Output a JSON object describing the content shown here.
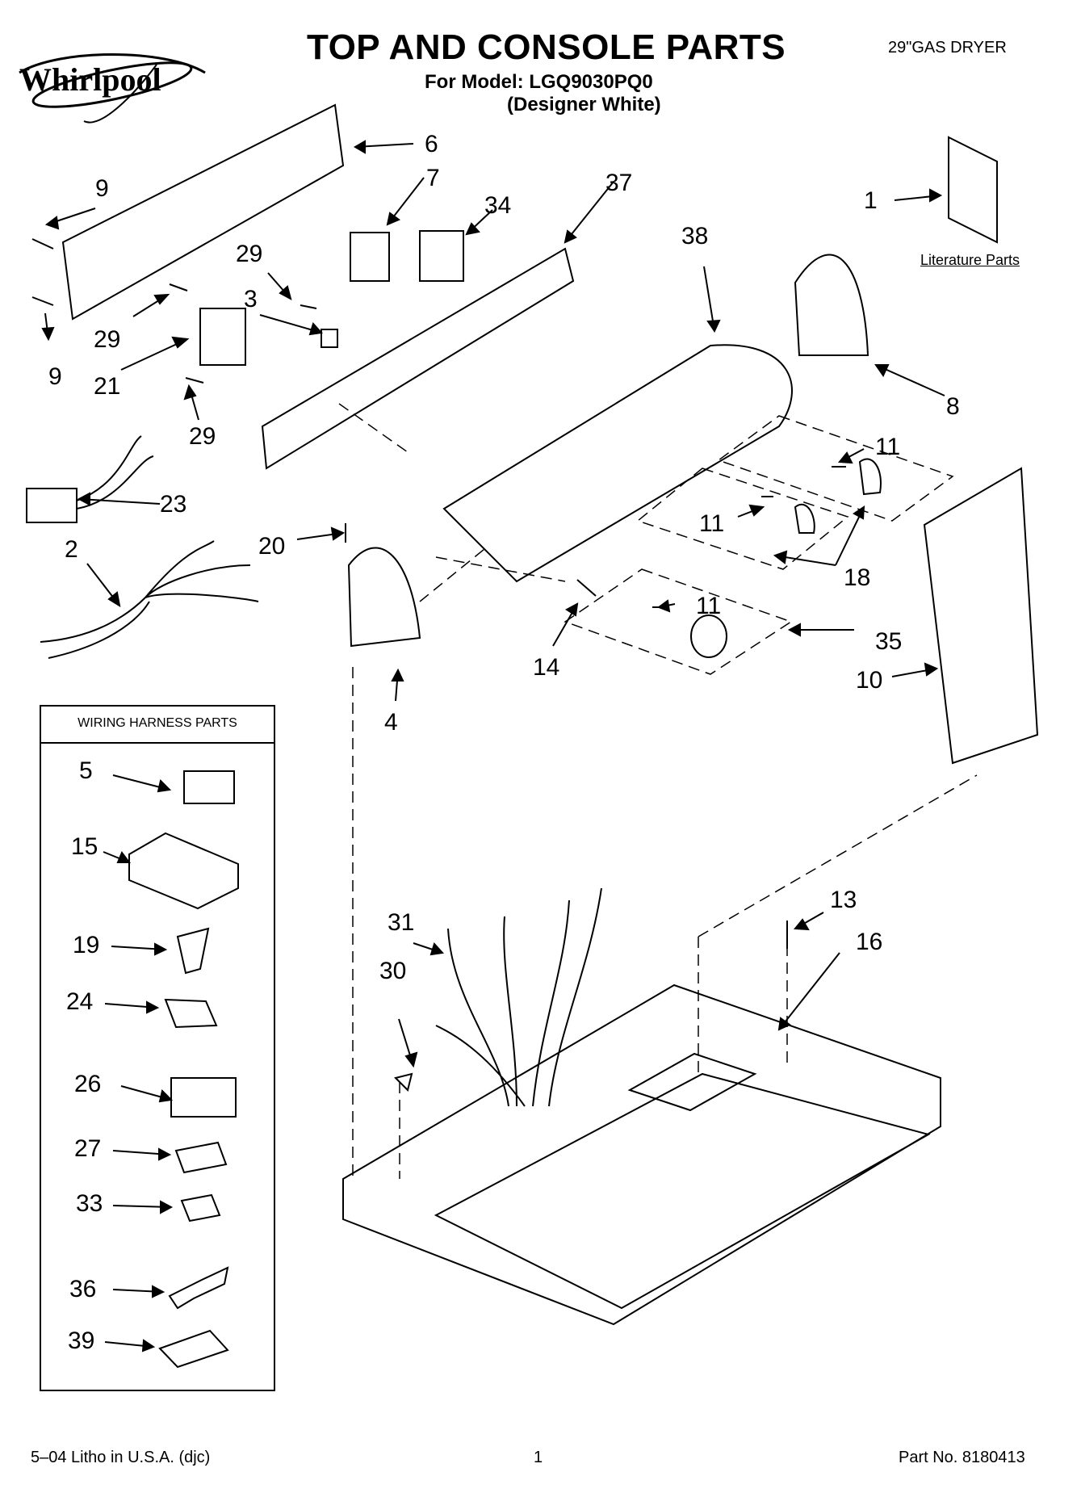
{
  "header": {
    "brand": "Whirlpool",
    "title": "TOP AND CONSOLE PARTS",
    "model_line": "For Model: LGQ9030PQ0",
    "color_line": "(Designer White)",
    "product": "29\"GAS DRYER"
  },
  "literature_label": "Literature Parts",
  "harness_box_title": "WIRING HARNESS PARTS",
  "callouts": [
    "1",
    "2",
    "3",
    "4",
    "5",
    "6",
    "7",
    "8",
    "9",
    "9",
    "10",
    "11",
    "11",
    "11",
    "13",
    "14",
    "15",
    "16",
    "18",
    "19",
    "20",
    "21",
    "23",
    "24",
    "26",
    "27",
    "29",
    "29",
    "29",
    "30",
    "31",
    "33",
    "34",
    "35",
    "36",
    "37",
    "38",
    "39"
  ],
  "footer": {
    "left": "5–04 Litho in U.S.A. (djc)",
    "page": "1",
    "part_no": "Part No. 8180413"
  }
}
